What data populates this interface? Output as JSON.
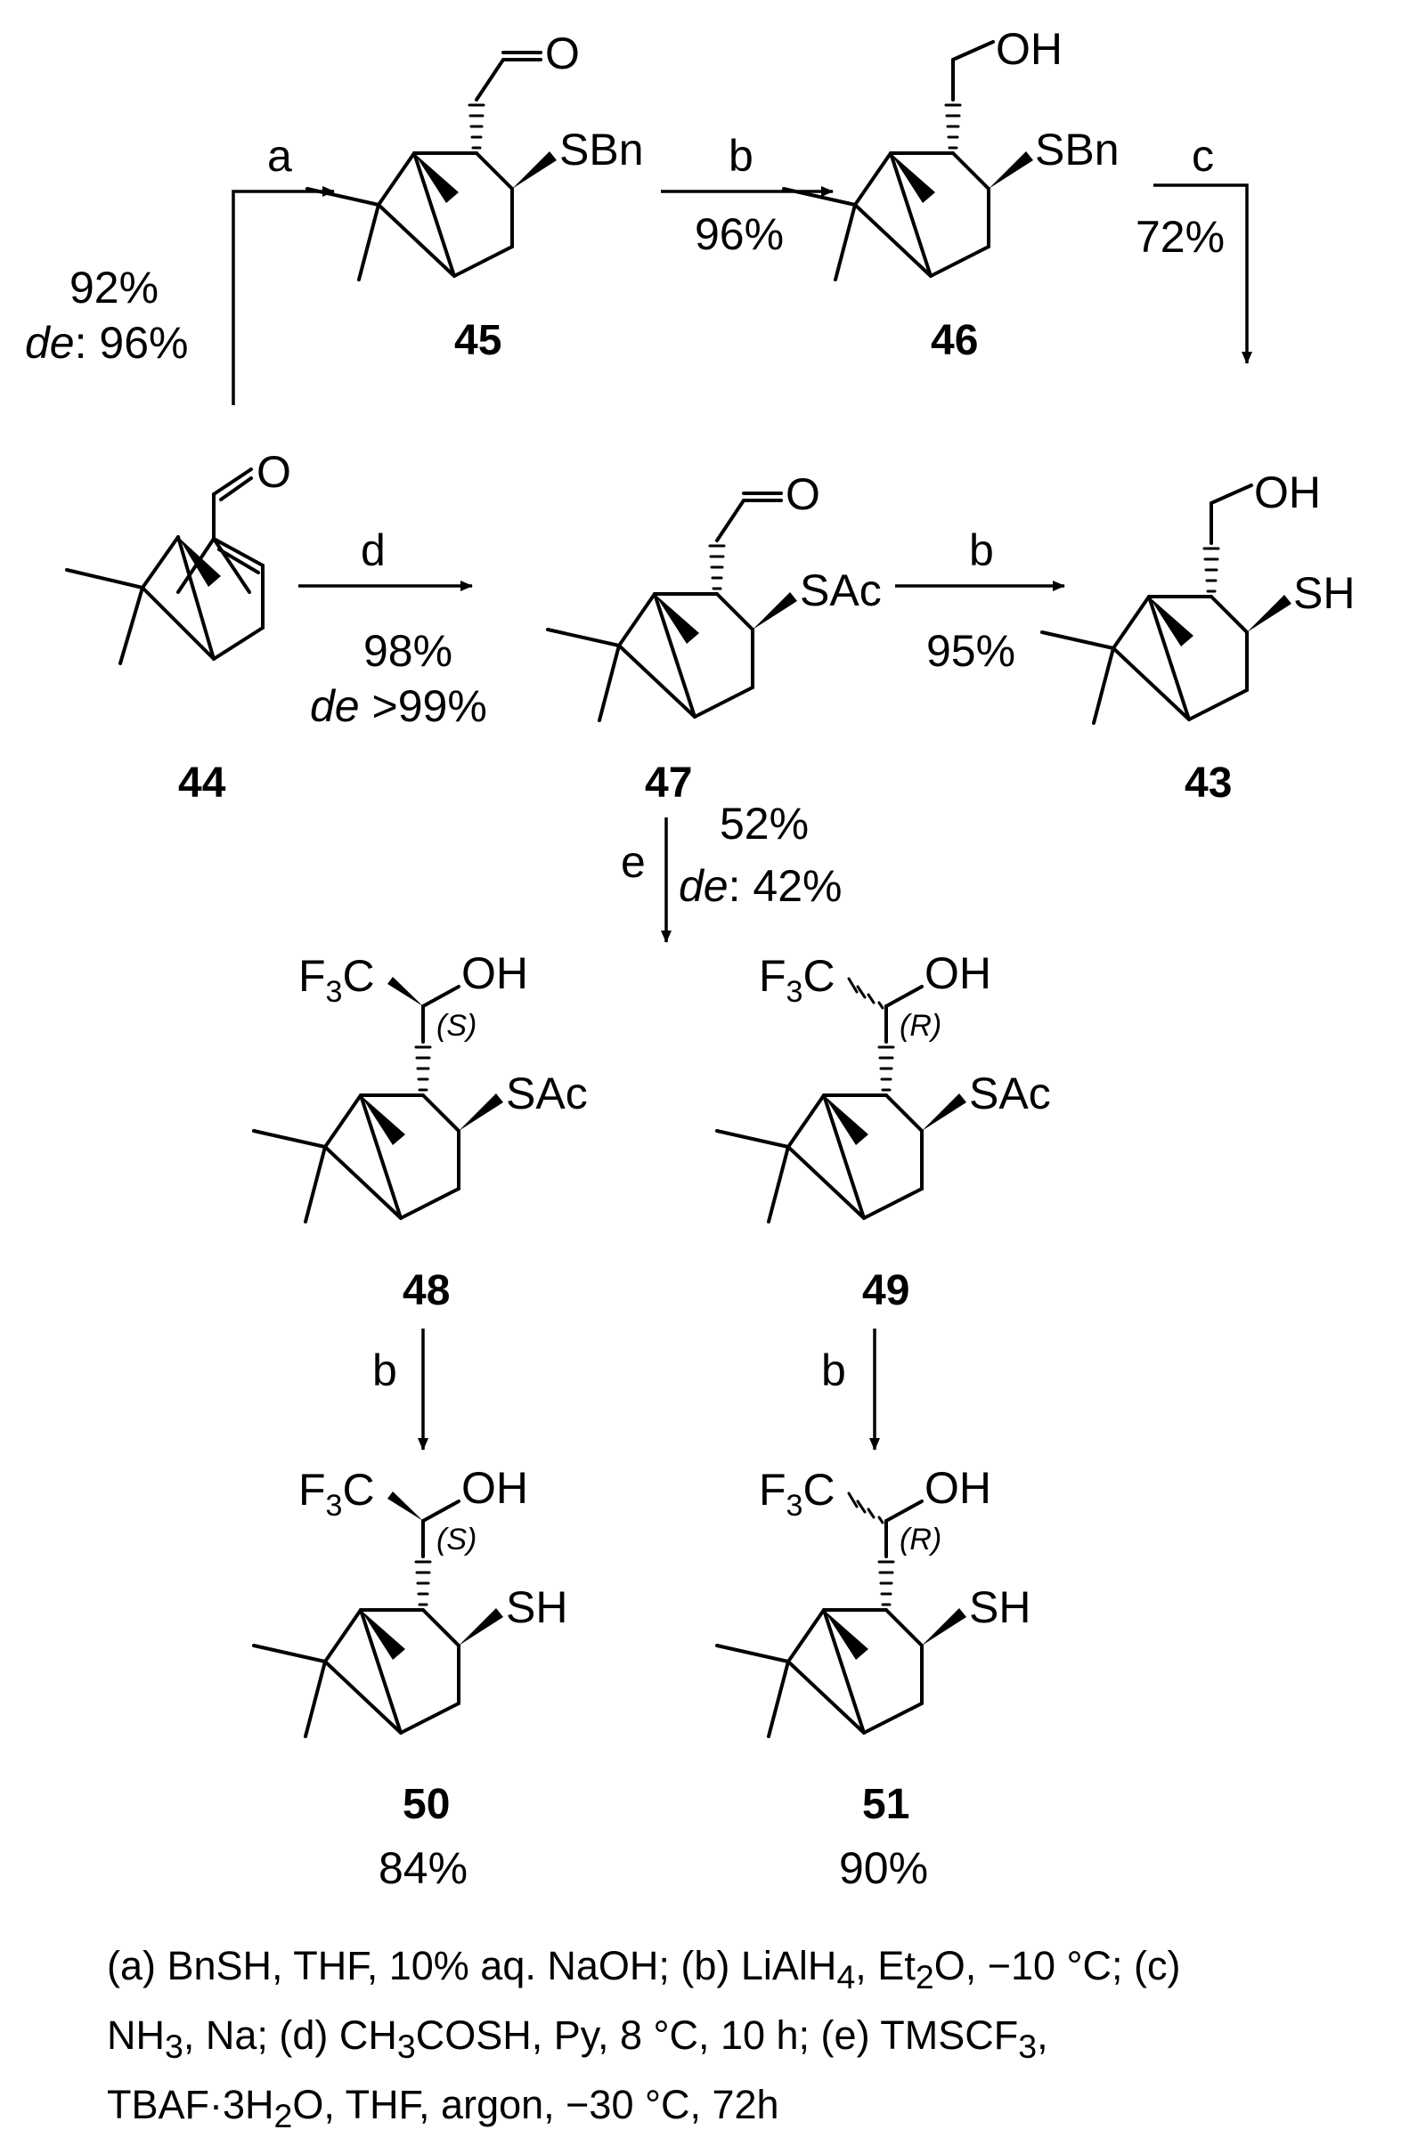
{
  "compounds": {
    "c44": {
      "label": "44"
    },
    "c45": {
      "label": "45",
      "sub": "SBn",
      "top": "O"
    },
    "c46": {
      "label": "46",
      "sub": "SBn",
      "top": "OH"
    },
    "c47": {
      "label": "47",
      "sub": "SAc",
      "top": "O"
    },
    "c43": {
      "label": "43",
      "sub": "SH",
      "top": "OH"
    },
    "c48": {
      "label": "48",
      "sub": "SAc",
      "top_left": "F",
      "top_left_sub": "3",
      "top_left_tail": "C",
      "top_right": "OH",
      "stereo": "(S)"
    },
    "c49": {
      "label": "49",
      "sub": "SAc",
      "top_left": "F",
      "top_left_sub": "3",
      "top_left_tail": "C",
      "top_right": "OH",
      "stereo": "(R)"
    },
    "c50": {
      "label": "50",
      "sub": "SH",
      "top_left": "F",
      "top_left_sub": "3",
      "top_left_tail": "C",
      "top_right": "OH",
      "stereo": "(S)",
      "yield": "84%"
    },
    "c51": {
      "label": "51",
      "sub": "SH",
      "top_left": "F",
      "top_left_sub": "3",
      "top_left_tail": "C",
      "top_right": "OH",
      "stereo": "(R)",
      "yield": "90%"
    }
  },
  "arrows": {
    "a": {
      "letter": "a",
      "yield": "92%",
      "de_prefix": "de",
      "de_value": ": 96%"
    },
    "b1": {
      "letter": "b",
      "yield": "96%"
    },
    "c": {
      "letter": "c",
      "yield": "72%"
    },
    "d": {
      "letter": "d",
      "yield": "98%",
      "de_prefix": "de",
      "de_value": " >99%"
    },
    "b2": {
      "letter": "b",
      "yield": "95%"
    },
    "e": {
      "letter": "e",
      "yield": "52%",
      "de_prefix": "de",
      "de_value": ": 42%"
    },
    "b3": {
      "letter": "b"
    },
    "b4": {
      "letter": "b"
    }
  },
  "conditions": {
    "line1": [
      "(a) BnSH, THF, 10% aq. NaOH; (b) LiAlH",
      "4",
      ", Et",
      "2",
      "O, −10 °C; (c)"
    ],
    "line2": [
      "NH",
      "3",
      ", Na; (d) CH",
      "3",
      "COSH, Py, 8 °C, 10 h; (e) TMSCF",
      "3",
      ","
    ],
    "line3": [
      "TBAF·3H",
      "2",
      "O, THF, argon, −30 °C, 72h"
    ]
  }
}
